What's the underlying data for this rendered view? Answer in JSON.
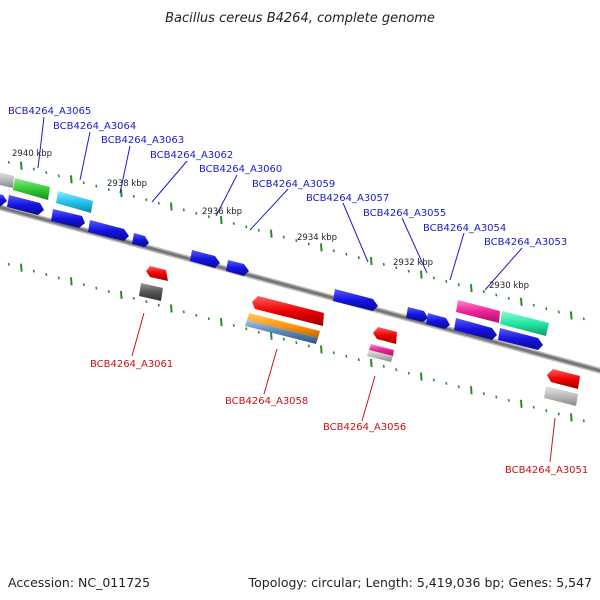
{
  "title": "Bacillus cereus B4264, complete genome",
  "footer": {
    "accession": "Accession: NC_011725",
    "summary": "Topology: circular; Length: 5,419,036 bp; Genes: 5,547"
  },
  "colors": {
    "forward": "#1a1acc",
    "reverse": "#cc1111",
    "tick": "#2a8a2a",
    "backbone": "#888888"
  },
  "tick_labels": [
    "2940 kbp",
    "2938 kbp",
    "2936 kbp",
    "2934 kbp",
    "2932 kbp",
    "2930 kbp"
  ],
  "forward_labels": [
    "BCB4264_A3065",
    "BCB4264_A3064",
    "BCB4264_A3063",
    "BCB4264_A3062",
    "BCB4264_A3060",
    "BCB4264_A3059",
    "BCB4264_A3057",
    "BCB4264_A3055",
    "BCB4264_A3054",
    "BCB4264_A3053"
  ],
  "reverse_labels": [
    "BCB4264_A3061",
    "BCB4264_A3058",
    "BCB4264_A3056",
    "BCB4264_A3051"
  ]
}
